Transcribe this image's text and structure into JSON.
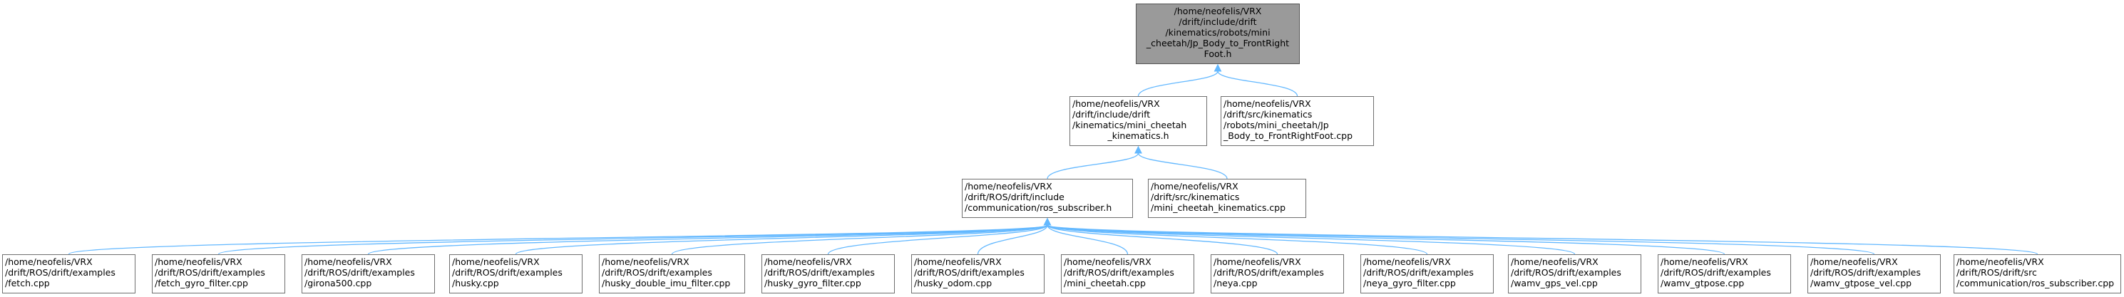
{
  "nodes": [
    {
      "id": "root",
      "lines": [
        "/home/neofelis/VRX",
        "/drift/include/drift",
        "/kinematics/robots/mini",
        "_cheetah/Jp_Body_to_FrontRight",
        "Foot.h"
      ]
    },
    {
      "id": "mini_cheetah_kinematics_h",
      "lines": [
        "/home/neofelis/VRX",
        "/drift/include/drift",
        "/kinematics/mini_cheetah",
        "_kinematics.h"
      ]
    },
    {
      "id": "jp_cpp",
      "lines": [
        "/home/neofelis/VRX",
        "/drift/src/kinematics",
        "/robots/mini_cheetah/Jp",
        "_Body_to_FrontRightFoot.cpp"
      ]
    },
    {
      "id": "ros_subscriber_h",
      "lines": [
        "/home/neofelis/VRX",
        "/drift/ROS/drift/include",
        "/communication/ros_subscriber.h"
      ]
    },
    {
      "id": "mini_cheetah_kinematics_cpp",
      "lines": [
        "/home/neofelis/VRX",
        "/drift/src/kinematics",
        "/mini_cheetah_kinematics.cpp"
      ]
    },
    {
      "id": "fetch",
      "lines": [
        "/home/neofelis/VRX",
        "/drift/ROS/drift/examples",
        "/fetch.cpp"
      ]
    },
    {
      "id": "fetch_gyro",
      "lines": [
        "/home/neofelis/VRX",
        "/drift/ROS/drift/examples",
        "/fetch_gyro_filter.cpp"
      ]
    },
    {
      "id": "girona",
      "lines": [
        "/home/neofelis/VRX",
        "/drift/ROS/drift/examples",
        "/girona500.cpp"
      ]
    },
    {
      "id": "husky",
      "lines": [
        "/home/neofelis/VRX",
        "/drift/ROS/drift/examples",
        "/husky.cpp"
      ]
    },
    {
      "id": "husky_double",
      "lines": [
        "/home/neofelis/VRX",
        "/drift/ROS/drift/examples",
        "/husky_double_imu_filter.cpp"
      ]
    },
    {
      "id": "husky_gyro",
      "lines": [
        "/home/neofelis/VRX",
        "/drift/ROS/drift/examples",
        "/husky_gyro_filter.cpp"
      ]
    },
    {
      "id": "husky_odom",
      "lines": [
        "/home/neofelis/VRX",
        "/drift/ROS/drift/examples",
        "/husky_odom.cpp"
      ]
    },
    {
      "id": "mini_cheetah",
      "lines": [
        "/home/neofelis/VRX",
        "/drift/ROS/drift/examples",
        "/mini_cheetah.cpp"
      ]
    },
    {
      "id": "neya",
      "lines": [
        "/home/neofelis/VRX",
        "/drift/ROS/drift/examples",
        "/neya.cpp"
      ]
    },
    {
      "id": "neya_gyro",
      "lines": [
        "/home/neofelis/VRX",
        "/drift/ROS/drift/examples",
        "/neya_gyro_filter.cpp"
      ]
    },
    {
      "id": "wamv_gps",
      "lines": [
        "/home/neofelis/VRX",
        "/drift/ROS/drift/examples",
        "/wamv_gps_vel.cpp"
      ]
    },
    {
      "id": "wamv_gtpose",
      "lines": [
        "/home/neofelis/VRX",
        "/drift/ROS/drift/examples",
        "/wamv_gtpose.cpp"
      ]
    },
    {
      "id": "wamv_gtpose_vel",
      "lines": [
        "/home/neofelis/VRX",
        "/drift/ROS/drift/examples",
        "/wamv_gtpose_vel.cpp"
      ]
    },
    {
      "id": "ros_subscriber_cpp",
      "lines": [
        "/home/neofelis/VRX",
        "/drift/ROS/drift/src",
        "/communication/ros_subscriber.cpp"
      ]
    }
  ],
  "edges": [
    {
      "from": "mini_cheetah_kinematics_h",
      "to": "root"
    },
    {
      "from": "jp_cpp",
      "to": "root"
    },
    {
      "from": "ros_subscriber_h",
      "to": "mini_cheetah_kinematics_h"
    },
    {
      "from": "mini_cheetah_kinematics_cpp",
      "to": "mini_cheetah_kinematics_h"
    },
    {
      "from": "fetch",
      "to": "ros_subscriber_h"
    },
    {
      "from": "fetch_gyro",
      "to": "ros_subscriber_h"
    },
    {
      "from": "girona",
      "to": "ros_subscriber_h"
    },
    {
      "from": "husky",
      "to": "ros_subscriber_h"
    },
    {
      "from": "husky_double",
      "to": "ros_subscriber_h"
    },
    {
      "from": "husky_gyro",
      "to": "ros_subscriber_h"
    },
    {
      "from": "husky_odom",
      "to": "ros_subscriber_h"
    },
    {
      "from": "mini_cheetah",
      "to": "ros_subscriber_h"
    },
    {
      "from": "neya",
      "to": "ros_subscriber_h"
    },
    {
      "from": "neya_gyro",
      "to": "ros_subscriber_h"
    },
    {
      "from": "wamv_gps",
      "to": "ros_subscriber_h"
    },
    {
      "from": "wamv_gtpose",
      "to": "ros_subscriber_h"
    },
    {
      "from": "wamv_gtpose_vel",
      "to": "ros_subscriber_h"
    },
    {
      "from": "ros_subscriber_cpp",
      "to": "ros_subscriber_h"
    }
  ],
  "colors": {
    "edge": "#63b8ff",
    "root_fill": "#9a9a9a",
    "node_border": "#6f6f6f"
  }
}
